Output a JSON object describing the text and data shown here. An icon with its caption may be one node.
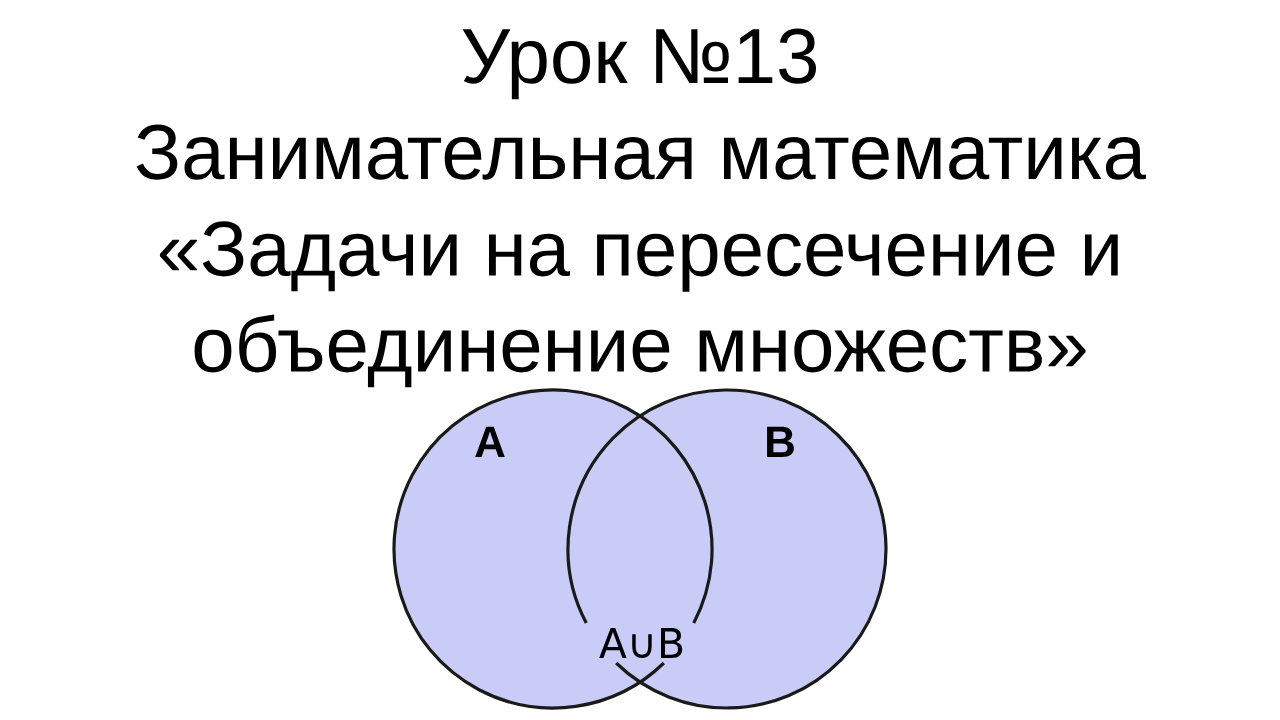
{
  "diagram": {
    "title": "Урок №13",
    "nodes": [
      {
        "text": [
          "A"
        ]
      },
      {
        "text": [
          "B"
        ]
      }
    ],
    "labels": [
      "Занимательная математика",
      "«Задачи на пересечение и объединение множеств»",
      "A∪B"
    ]
  }
}
